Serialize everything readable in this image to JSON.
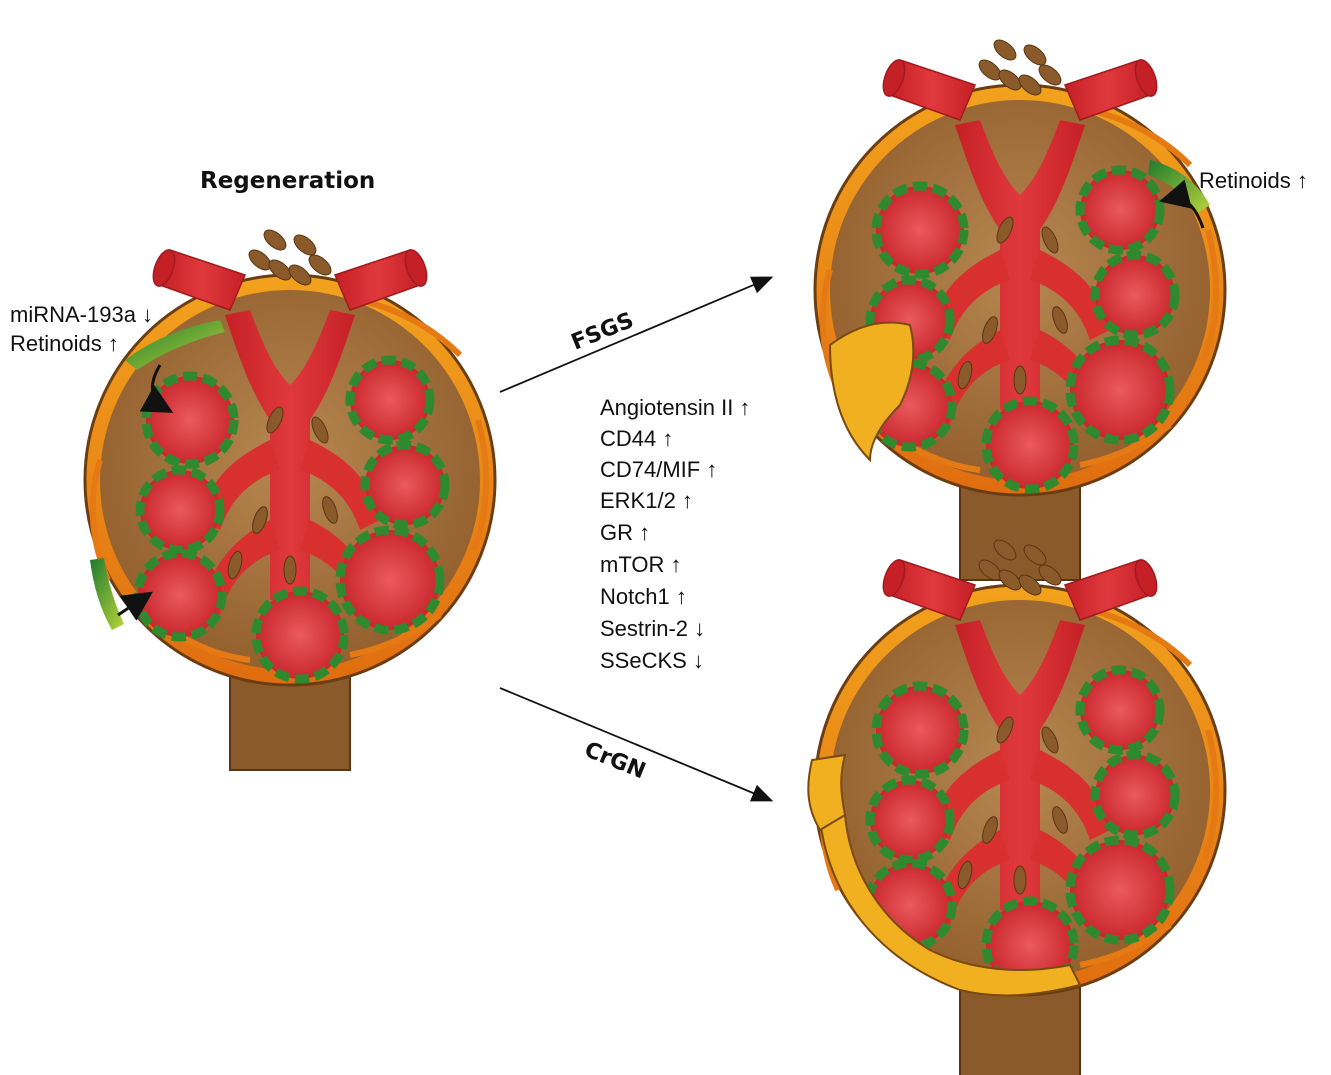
{
  "title": "Regeneration",
  "left_glomerulus": {
    "labels": [
      "miRNA-193a ↓",
      "Retinoids ↑"
    ]
  },
  "fsgs_glomerulus": {
    "label": "Retinoids ↑"
  },
  "pathways": {
    "fsgs_label": "FSGS",
    "crgn_label": "CrGN"
  },
  "factors": [
    "Angiotensin II ↑",
    "CD44 ↑",
    "CD74/MIF ↑",
    "ERK1/2  ↑",
    "GR ↑",
    "mTOR ↑",
    "Notch1 ↑",
    "Sestrin-2 ↓",
    "SSeCKS ↓"
  ],
  "colors": {
    "bowman_capsule": "#a6733c",
    "parietal_cells": "#f39a1a",
    "capillary": "#d6262b",
    "podocyte": "#3b9a3b",
    "mesangial": "#8a5a2b"
  }
}
